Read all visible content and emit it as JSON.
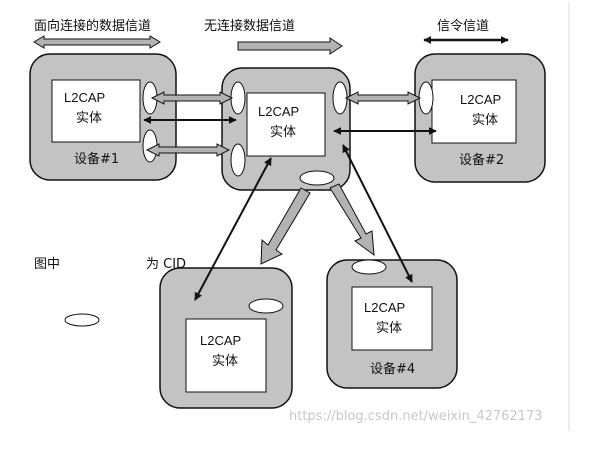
{
  "legend": {
    "connection_oriented": "面向连接的数据信道",
    "connectionless": "无连接数据信道",
    "signaling": "信令信道",
    "note_prefix": "图中",
    "note_suffix": "为 CID"
  },
  "entity": {
    "line1": "L2CAP",
    "line2": "实体"
  },
  "devices": {
    "d1": "设备#1",
    "d2": "设备#2",
    "d4": "设备#4"
  },
  "watermark": "https://blog.csdn.net/weixin_42762173",
  "colors": {
    "device_fill": "#c3c3c3",
    "arrow_fill": "#b3b3b3",
    "stroke": "#111111",
    "background": "#ffffff"
  }
}
